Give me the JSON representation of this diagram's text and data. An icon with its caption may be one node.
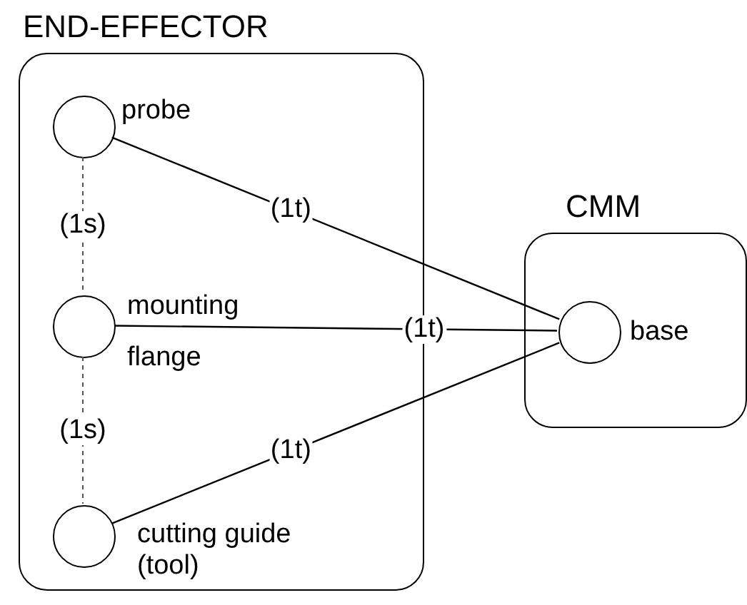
{
  "diagram": {
    "nodes": [
      {
        "text": [
          "END-EFFECTOR"
        ]
      },
      {
        "text": [],
        "shape": "circle",
        "beside": [
          "probe"
        ],
        "in": 0
      },
      {
        "text": [],
        "shape": "circle",
        "beside": [
          "mounting flange"
        ],
        "in": 0
      },
      {
        "text": [],
        "shape": "circle",
        "beside": [
          "cutting guide (tool)"
        ],
        "in": 0
      },
      {
        "text": [
          "CMM"
        ]
      },
      {
        "text": [
          "base"
        ],
        "in": 4
      }
    ],
    "edges": [
      {
        "from": 1,
        "to": 5,
        "arrow": "none",
        "label": "(1t)"
      },
      {
        "from": 2,
        "to": 5,
        "arrow": "none",
        "label": "(1t)"
      },
      {
        "from": 3,
        "to": 5,
        "arrow": "none",
        "label": "(1t)"
      },
      {
        "from": 1,
        "to": 2,
        "arrow": "none",
        "label": "(1s)",
        "style": "dashed"
      },
      {
        "from": 2,
        "to": 3,
        "arrow": "none",
        "label": "(1s)",
        "style": "dashed"
      }
    ]
  }
}
